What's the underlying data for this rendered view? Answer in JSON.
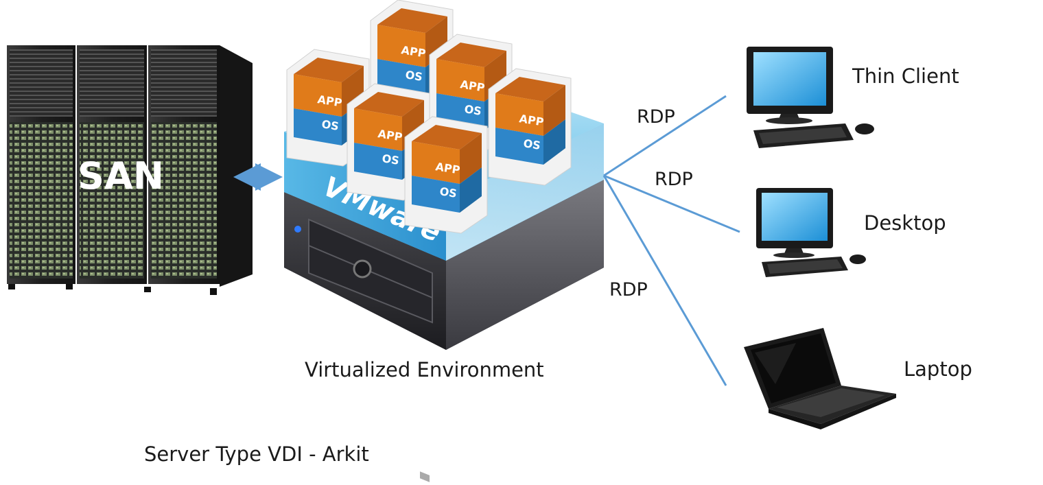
{
  "san": {
    "label": "SAN"
  },
  "virtual": {
    "brand": "VMware",
    "caption": "Virtualized Environment",
    "vm_app_label": "APP",
    "vm_os_label": "OS"
  },
  "connections": [
    {
      "protocol": "RDP"
    },
    {
      "protocol": "RDP"
    },
    {
      "protocol": "RDP"
    }
  ],
  "clients": [
    {
      "label": "Thin Client"
    },
    {
      "label": "Desktop"
    },
    {
      "label": "Laptop"
    }
  ],
  "footer": {
    "title": "Server Type VDI - Arkit"
  },
  "colors": {
    "link_blue": "#5b9bd5",
    "vmware_blue": "#3aa0d8",
    "app_orange": "#e07b1a",
    "os_blue": "#2e86c9",
    "rack_dark": "#2b2b2b"
  }
}
